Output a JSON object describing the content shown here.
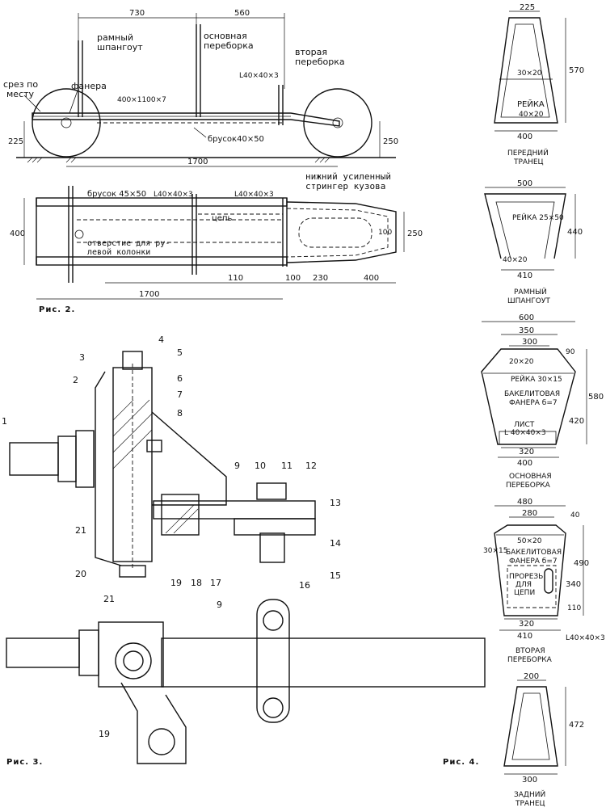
{
  "fig2": {
    "caption": "Рис. 2.",
    "side": {
      "dim_730": "730",
      "dim_560": "560",
      "label_frame": "рамный\nшпангоут",
      "label_main": "основная\nпереборка",
      "label_second": "вторая\nпереборка",
      "label_cut": "срез по\nместу",
      "label_plywood": "фанера",
      "plywood_size": "400×1100×7",
      "angle": "L40×40×3",
      "bar": "брусок40×50",
      "dim_225": "225",
      "dim_250": "250",
      "dim_1700": "1700"
    },
    "plan": {
      "bar": "брусок 45×50",
      "angle1": "L40×40×3",
      "angle2": "L40×40×3",
      "stringer": "нижний усиленный\nстрингер кузова",
      "chain": "цепь",
      "hole": "отверстие для ру-\nлевой колонки",
      "dim_400": "400",
      "dim_100v": "100",
      "dim_250v": "250",
      "dim_1700": "1700",
      "dim_110": "110",
      "dim_100": "100",
      "dim_230": "230",
      "dim_400b": "400"
    }
  },
  "fig3": {
    "caption": "Рис. 3.",
    "callouts": [
      "1",
      "2",
      "3",
      "4",
      "5",
      "6",
      "7",
      "8",
      "9",
      "10",
      "11",
      "12",
      "13",
      "14",
      "15",
      "16",
      "17",
      "18",
      "19",
      "20",
      "21"
    ],
    "plan_callouts": [
      "21",
      "9",
      "19"
    ]
  },
  "fig4": {
    "caption": "Рис. 4.",
    "front": {
      "w_top": "225",
      "h": "570",
      "s1": "30×20",
      "rail": "РЕЙКА",
      "rail_size": "40×20",
      "w_bot": "400",
      "name": "ПЕРЕДНИЙ\nТРАНЕЦ"
    },
    "frame": {
      "w_top": "500",
      "rail": "РЕЙКА 25×50",
      "h": "440",
      "s1": "40×20",
      "w_bot": "410",
      "name": "РАМНЫЙ\nШПАНГОУТ"
    },
    "main": {
      "w600": "600",
      "w350": "350",
      "w300": "300",
      "h90": "90",
      "s1": "20×20",
      "rail": "РЕЙКА 30×15",
      "plywood": "БАКЕЛИТОВАЯ\nФАНЕРА б=7",
      "angle": "ЛИСТ\nL 40×40×3",
      "h580": "580",
      "h420": "420",
      "w320": "320",
      "w400": "400",
      "name": "ОСНОВНАЯ\nПЕРЕБОРКА"
    },
    "second": {
      "w480": "480",
      "w280": "280",
      "h40": "40",
      "s1": "50×20",
      "s2": "30×15",
      "plywood": "БАКЕЛИТОВАЯ\nФАНЕРА б=7",
      "slot": "ПРОРЕЗЬ\nДЛЯ\nЦЕПИ",
      "h490": "490",
      "h340": "340",
      "h110": "110",
      "w320": "320",
      "w410": "410",
      "angle": "L40×40×3",
      "name": "ВТОРАЯ\nПЕРЕБОРКА"
    },
    "rear": {
      "w_top": "200",
      "h": "472",
      "w_bot": "300",
      "name": "ЗАДНИЙ\nТРАНЕЦ"
    }
  }
}
